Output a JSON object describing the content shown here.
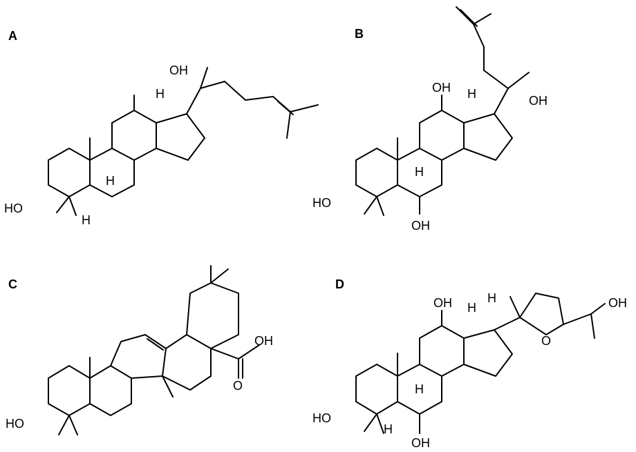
{
  "panels": [
    {
      "id": "A",
      "label": "A",
      "atom_labels": [
        "HO",
        "OH",
        "H",
        "H",
        "H"
      ]
    },
    {
      "id": "B",
      "label": "B",
      "atom_labels": [
        "OH",
        "OH",
        "HO",
        "OH",
        "H",
        "H"
      ]
    },
    {
      "id": "C",
      "label": "C",
      "atom_labels": [
        "HO",
        "OH",
        "O"
      ]
    },
    {
      "id": "D",
      "label": "D",
      "atom_labels": [
        "OH",
        "OH",
        "HO",
        "OH",
        "O",
        "H",
        "H",
        "H",
        "H"
      ]
    }
  ]
}
